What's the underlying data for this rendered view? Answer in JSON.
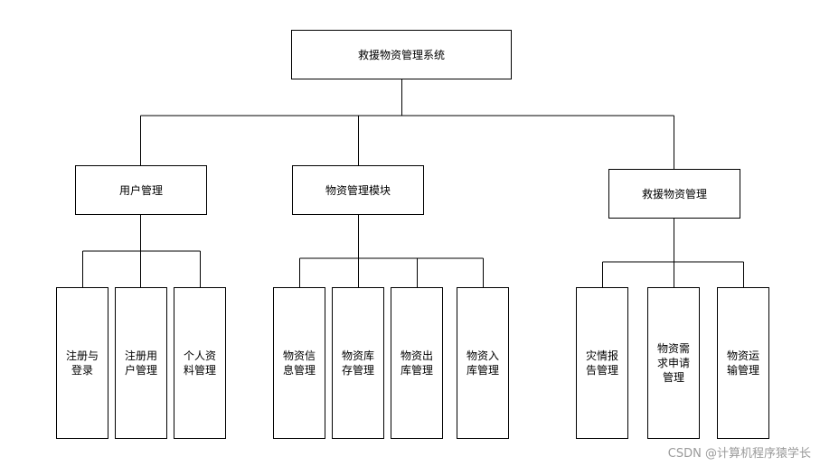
{
  "root": {
    "label": "救援物资管理系统"
  },
  "modules": [
    {
      "label": "用户管理",
      "children": [
        "注册与登录",
        "注册用户管理",
        "个人资料管理"
      ]
    },
    {
      "label": "物资管理模块",
      "children": [
        "物资信息管理",
        "物资库存管理",
        "物资出库管理",
        "物资入库管理"
      ]
    },
    {
      "label": "救援物资管理",
      "children": [
        "灾情报告管理",
        "物资需求申请管理",
        "物资运输管理"
      ]
    }
  ],
  "watermark": "CSDN @计算机程序猿学长"
}
